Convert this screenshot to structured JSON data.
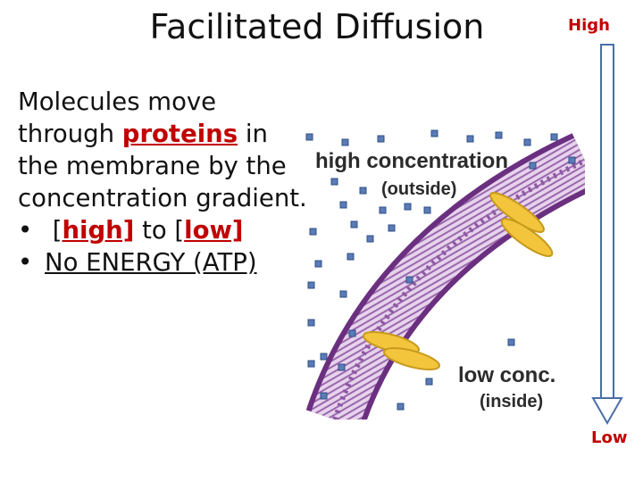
{
  "slide": {
    "title": "Facilitated Diffusion",
    "arrow_top_label": "High",
    "arrow_bottom_label": "Low",
    "body": {
      "line1": "Molecules move",
      "line2_prefix": "through ",
      "line2_keyword": "proteins",
      "line2_suffix": " in",
      "line3": "the membrane by the",
      "line4": "concentration gradient.",
      "bullet1_open": "[",
      "bullet1_high": "high]",
      "bullet1_mid": "  to [",
      "bullet1_low": "low]",
      "bullet2": "No ENERGY (ATP)"
    },
    "diagram": {
      "top_label_line1": "high concentration",
      "top_label_line2": "(outside)",
      "bottom_label_line1": "low conc.",
      "bottom_label_line2": "(inside)"
    },
    "colors": {
      "accent_red": "#c00000",
      "membrane_purple": "#7a3f8f",
      "protein_yellow": "#f2c53d",
      "molecule_blue": "#5b7bb6",
      "arrow_blue": "#4a6ea9"
    }
  }
}
